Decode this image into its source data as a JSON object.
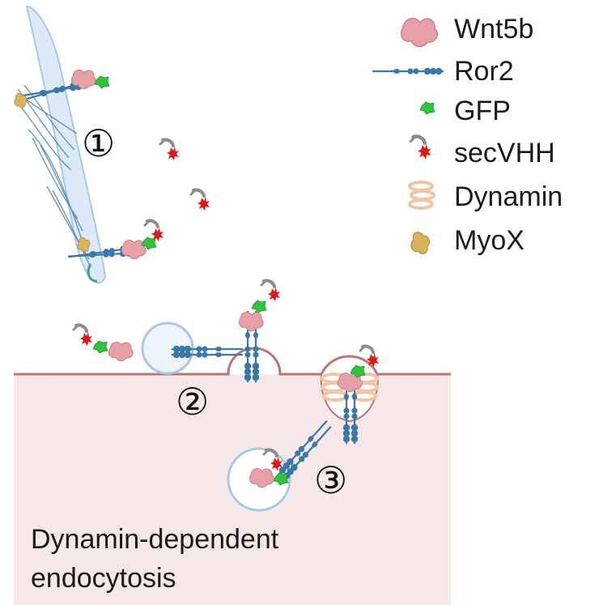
{
  "legend": [
    {
      "label": "Wnt5b",
      "icon": "wnt5b-icon"
    },
    {
      "label": "Ror2",
      "icon": "ror2-icon"
    },
    {
      "label": "GFP",
      "icon": "gfp-icon"
    },
    {
      "label": "secVHH",
      "icon": "secvhh-icon"
    },
    {
      "label": "Dynamin",
      "icon": "dynamin-icon"
    },
    {
      "label": "MyoX",
      "icon": "myox-icon"
    }
  ],
  "steps": {
    "one": "①",
    "two": "②",
    "three": "③"
  },
  "caption": {
    "line1": "Dynamin-dependent",
    "line2": "endocytosis"
  },
  "colors": {
    "wnt5b": "#e8a0a8",
    "ror2": "#3a78a8",
    "gfp": "#2fc23a",
    "secvhh": "#e01818",
    "vhh_tag": "#8c8c8c",
    "dynamin": "#f3c3a2",
    "myox": "#d8b25c",
    "filopodium": "#dce9f6",
    "filopodium_edge": "#aac8e6",
    "cytoplasm": "#f6e8e8",
    "membrane": "#b97474"
  }
}
